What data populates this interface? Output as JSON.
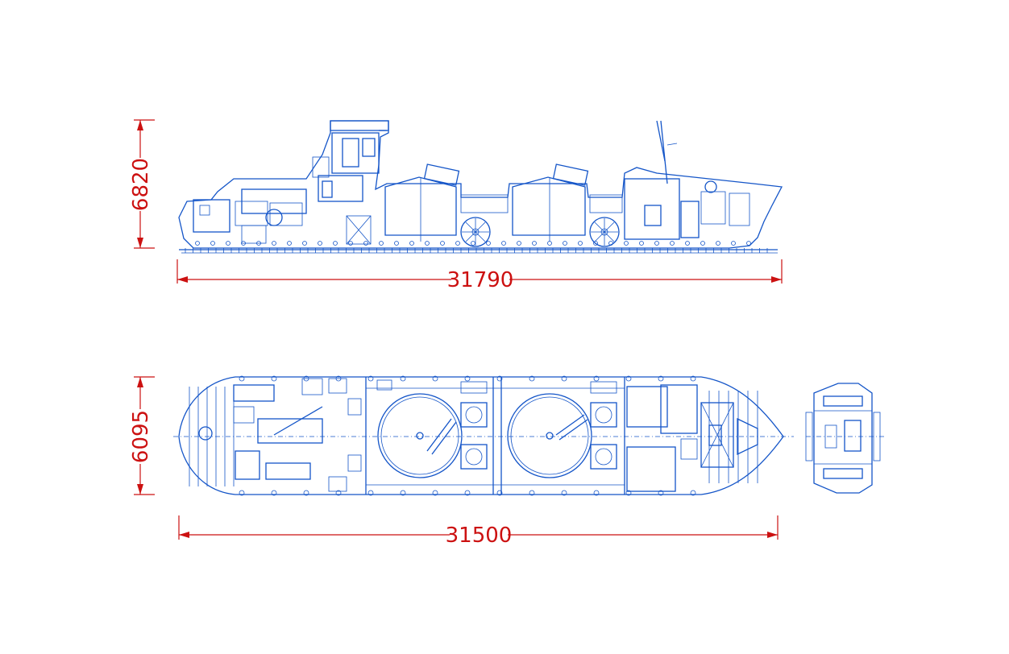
{
  "dimensions": {
    "side_height": "6820",
    "side_length": "31790",
    "plan_breadth": "6095",
    "plan_length": "31500"
  },
  "colors": {
    "drawing": "#1455c8",
    "dimension": "#cc1111",
    "background": "#ffffff"
  }
}
